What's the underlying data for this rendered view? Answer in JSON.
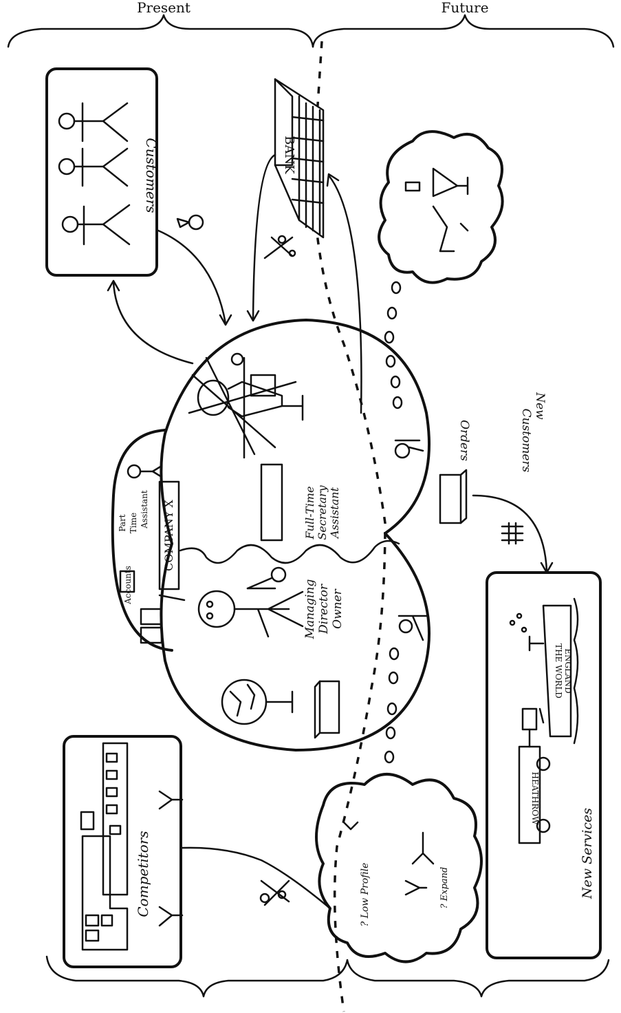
{
  "header": {
    "present_label": "Present",
    "future_label": "Future"
  },
  "labels": {
    "customers": "Customers",
    "bank": "BANK",
    "full_time_assistant": [
      "Full-Time",
      "Secretary",
      "Assistant"
    ],
    "managing_director": [
      "Managing",
      "Director",
      "Owner"
    ],
    "part_time_assistant": [
      "Part",
      "Time",
      "Assistant"
    ],
    "accounts": "Accounts",
    "company": "COMPANY X",
    "orders": "Orders",
    "new_customers": [
      "New",
      "Customers"
    ],
    "competitors": "Competitors",
    "low_profile": "? Low Profile",
    "expand": "? Expand",
    "new_services": "New Services",
    "heathrow": "HEATHROW",
    "ship_text": [
      "THE WORLD",
      "ENGLAND"
    ]
  },
  "icons": [
    "stick-figure-icon",
    "bank-building-icon",
    "globe-icon",
    "parcel-icon",
    "bus-icon",
    "ship-icon",
    "crossed-swords-icon",
    "thought-cloud-icon"
  ],
  "colors": {
    "ink": "#111111",
    "paper": "#ffffff"
  }
}
